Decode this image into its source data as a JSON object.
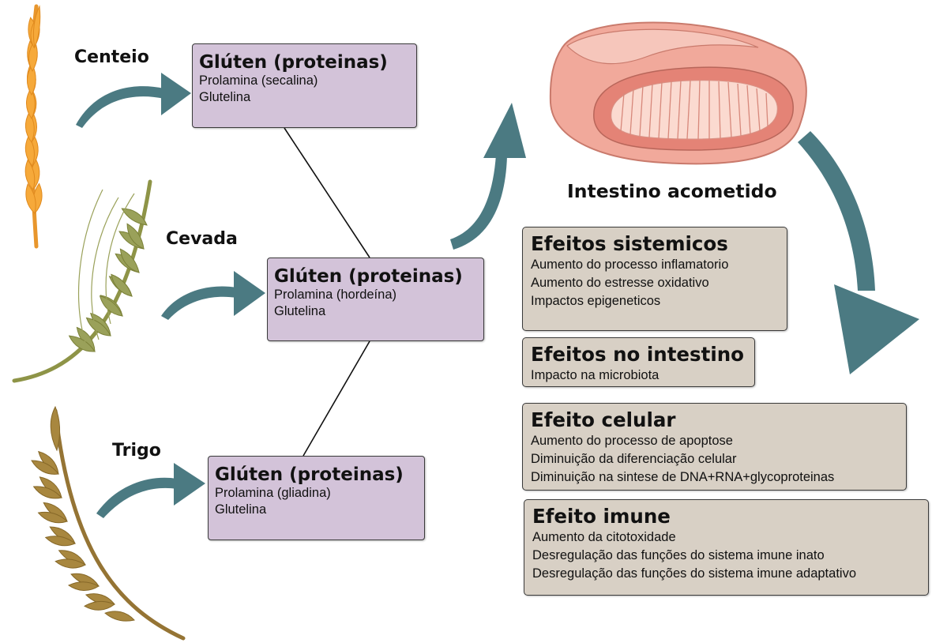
{
  "grains": [
    {
      "label": "Centeio",
      "box": {
        "title": "Glúten (proteinas)",
        "line1": "Prolamina (secalina)",
        "line2": "Glutelina"
      }
    },
    {
      "label": "Cevada",
      "box": {
        "title": "Glúten (proteinas)",
        "line1": "Prolamina (hordeína)",
        "line2": "Glutelina"
      }
    },
    {
      "label": "Trigo",
      "box": {
        "title": "Glúten (proteinas)",
        "line1": "Prolamina (gliadina)",
        "line2": "Glutelina"
      }
    }
  ],
  "intestine_label": "Intestino acometido",
  "effects": [
    {
      "title": "Efeitos sistemicos",
      "lines": [
        "Aumento do processo inflamatorio",
        "Aumento do estresse oxidativo",
        "Impactos epigeneticos"
      ]
    },
    {
      "title": "Efeitos no intestino",
      "lines": [
        "Impacto na microbiota"
      ]
    },
    {
      "title": "Efeito celular",
      "lines": [
        "Aumento do processo de apoptose",
        "Diminuição da diferenciação celular",
        "Diminuição na sintese de DNA+RNA+glycoproteinas"
      ]
    },
    {
      "title": "Efeito imune",
      "lines": [
        "Aumento da citotoxidade",
        "Desregulação das funções do sistema imune inato",
        "Desregulação das funções do sistema imune adaptativo"
      ]
    }
  ],
  "colors": {
    "arrow": "#4b7a82",
    "gluten_box": "#d3c3d9",
    "effect_box": "#d8d0c5",
    "rye": "#f6a93a",
    "barley": "#9aa15a",
    "wheat": "#a8873f",
    "intestine": "#f1a99b"
  },
  "icons": [
    "rye-ear-icon",
    "barley-ear-icon",
    "wheat-ear-icon",
    "intestine-illustration"
  ]
}
